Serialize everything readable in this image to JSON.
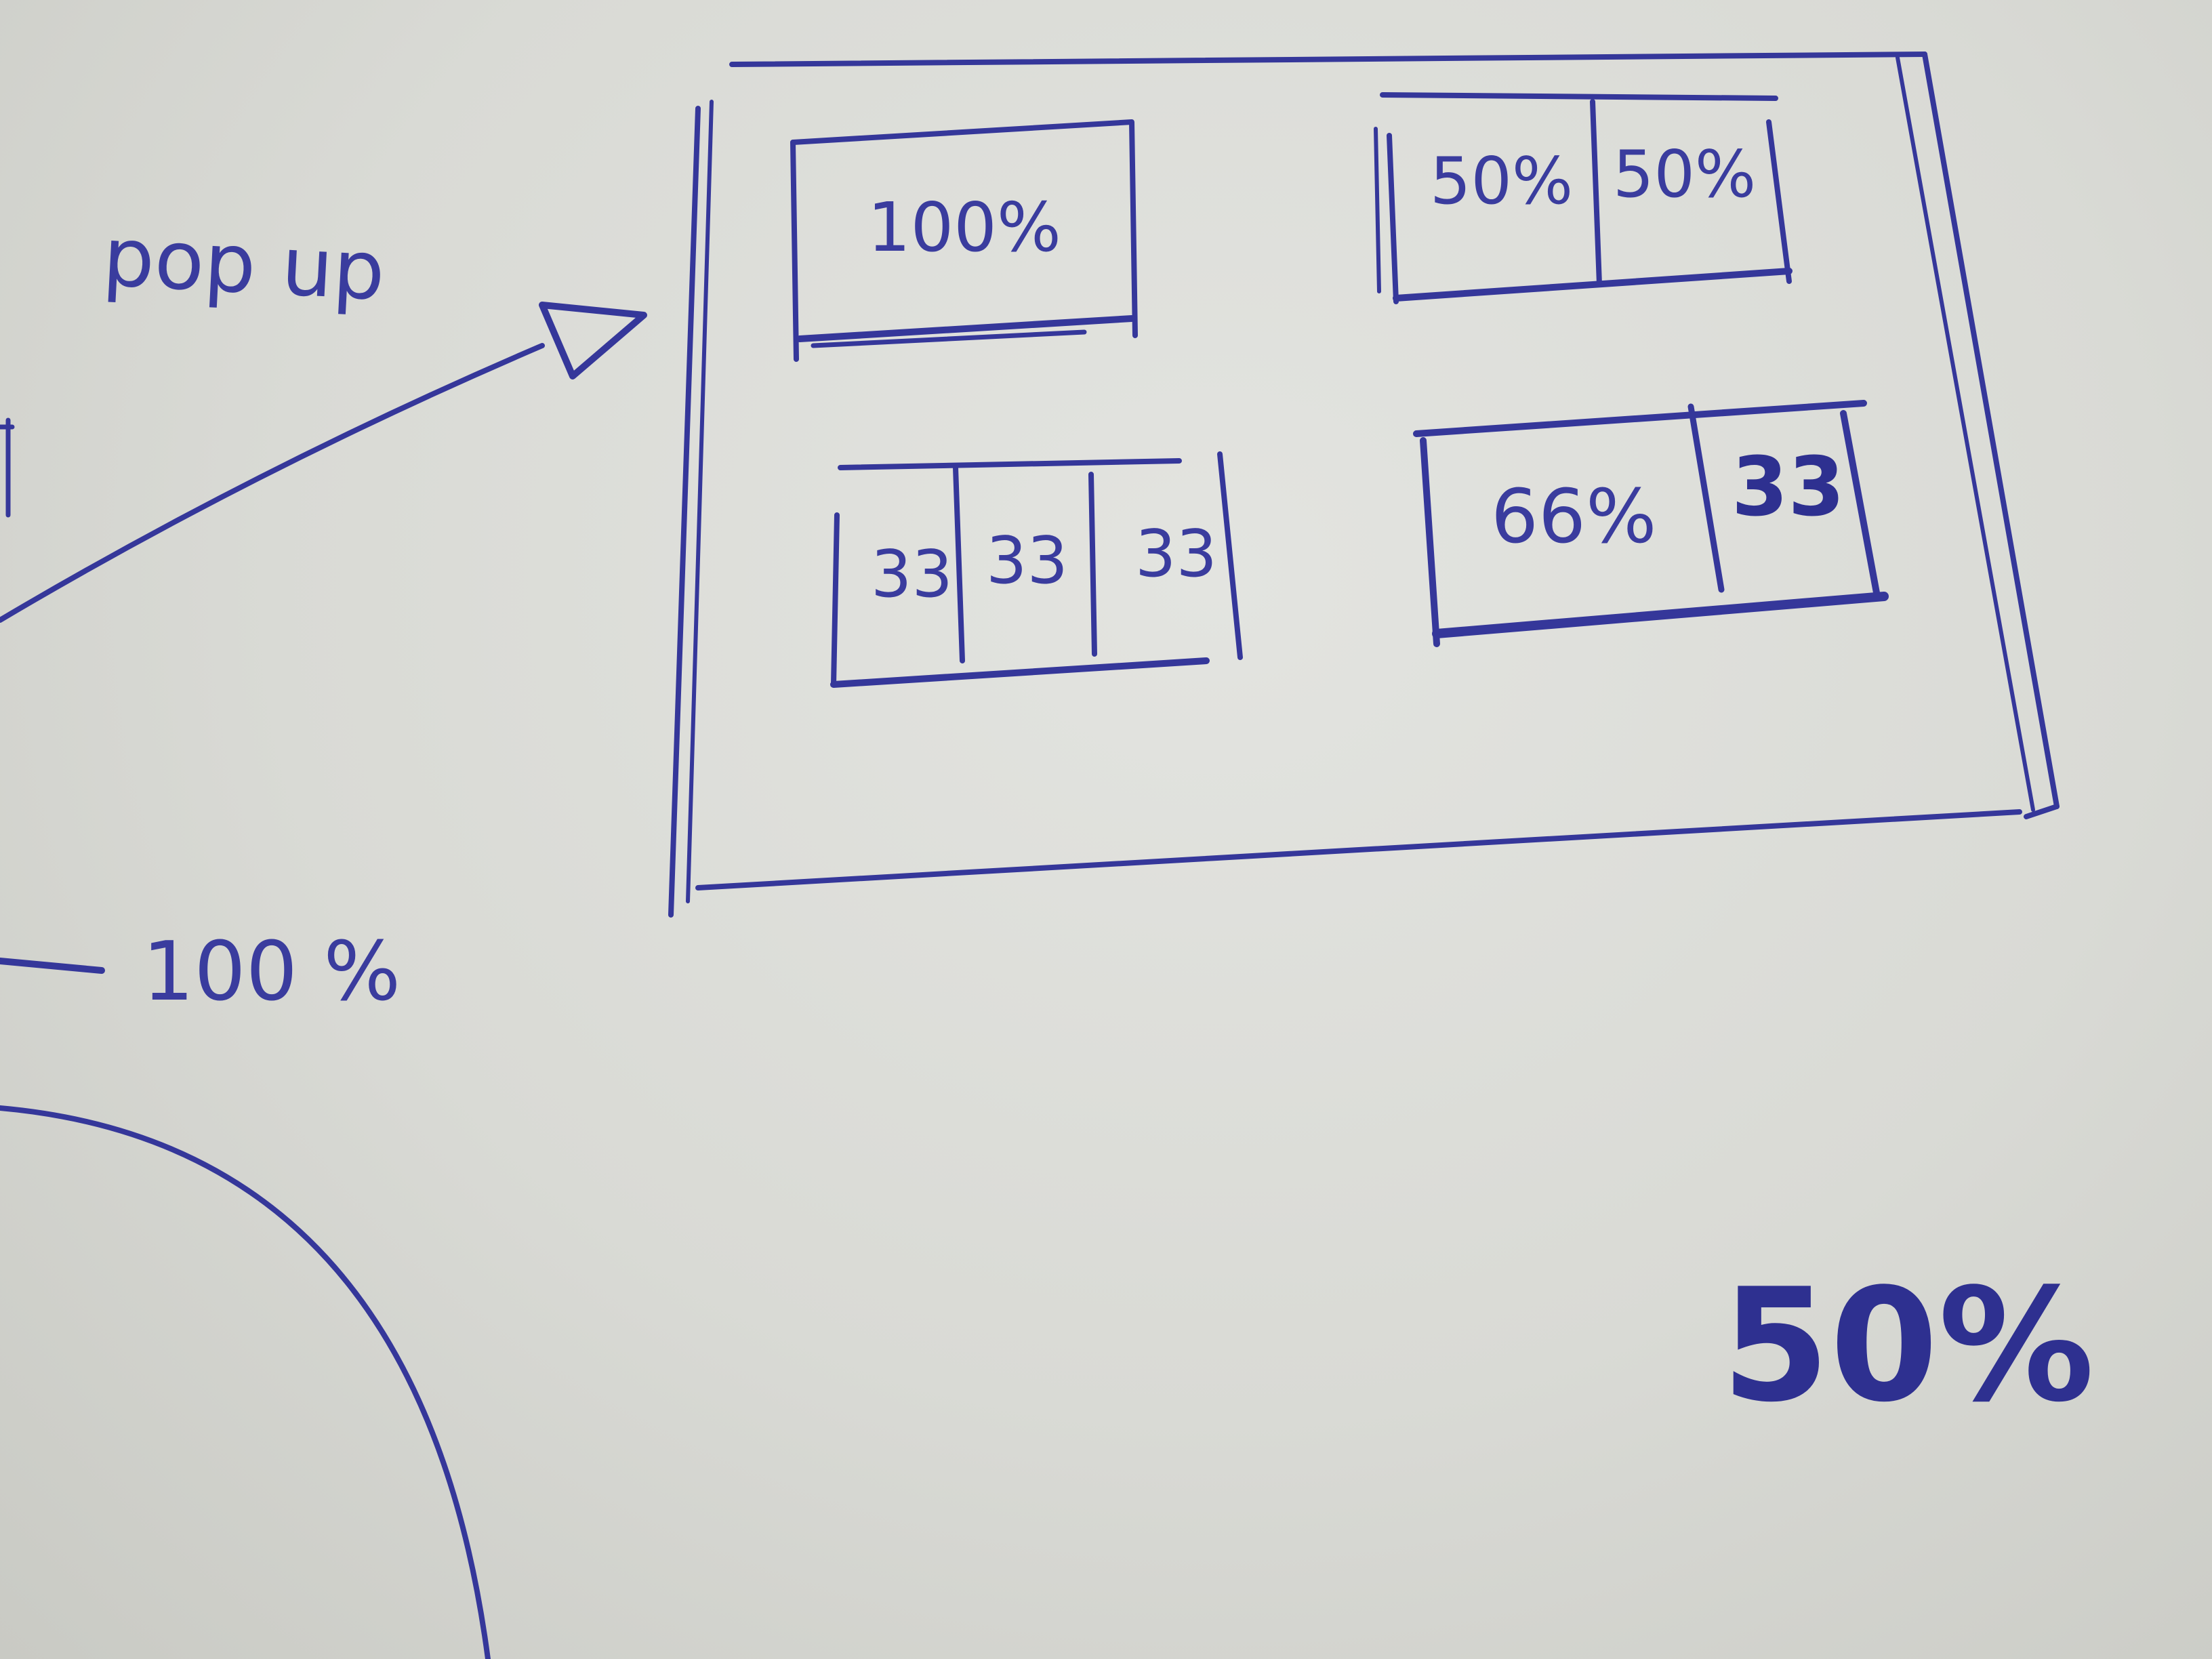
{
  "annotations": {
    "popup_label": "pop up",
    "full_width_label": "100 %",
    "half_label": "50%"
  },
  "popup": {
    "layouts": [
      {
        "name": "one-column",
        "cells": [
          "100%"
        ]
      },
      {
        "name": "two-columns",
        "cells": [
          "50%",
          "50%"
        ]
      },
      {
        "name": "three-columns",
        "cells": [
          "33",
          "33",
          "33"
        ]
      },
      {
        "name": "two-thirds-one-third",
        "cells": [
          "66%",
          "33"
        ]
      }
    ]
  },
  "colors": {
    "ink": "#35379a",
    "paper": "#dcddd8"
  }
}
